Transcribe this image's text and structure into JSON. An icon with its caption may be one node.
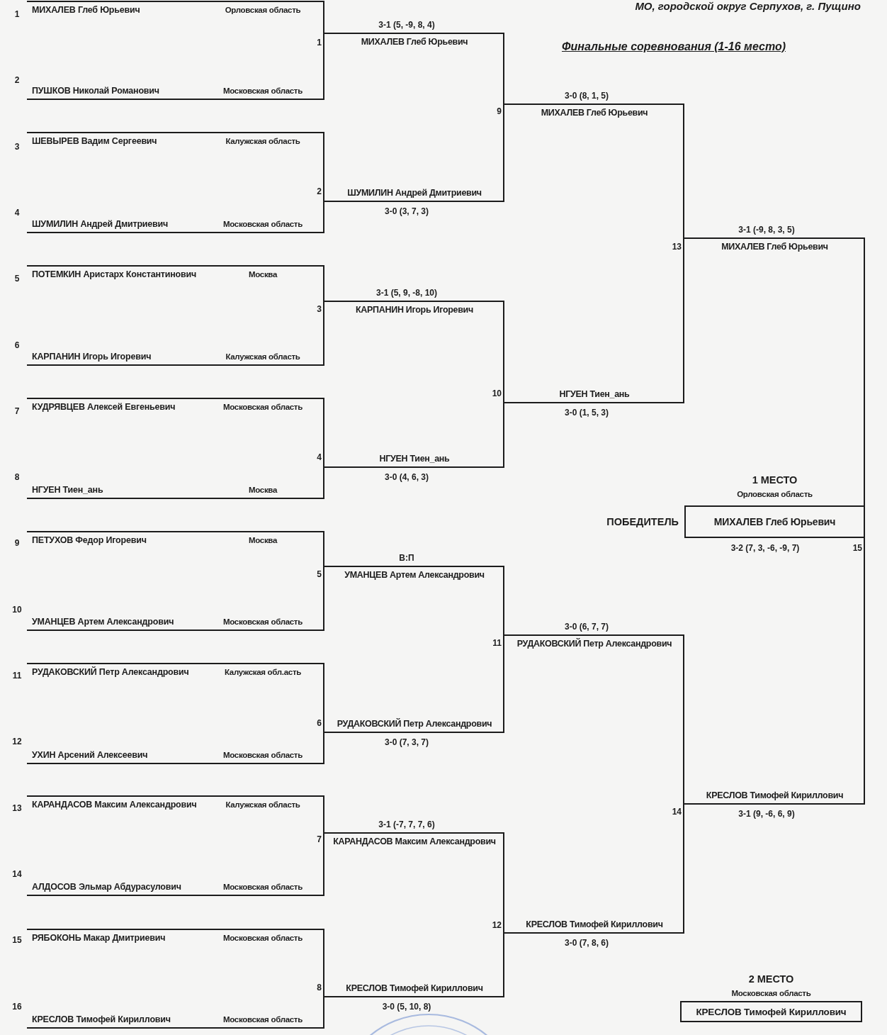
{
  "diagram": {
    "title": "Финальные соревнования (1-16 место)",
    "nodes": [
      {
        "text": [
          "МИХАЛЕВ Глеб Юрьевич",
          "Орловская область"
        ],
        "beside": [
          "1"
        ]
      },
      {
        "text": [
          "ПУШКОВ Николай Романович",
          "Московская область"
        ],
        "beside": [
          "2"
        ]
      },
      {
        "text": [
          "ШЕВЫРЕВ Вадим Сергеевич",
          "Калужская область"
        ],
        "beside": [
          "3"
        ]
      },
      {
        "text": [
          "ШУМИЛИН Андрей Дмитриевич",
          "Московская область"
        ],
        "beside": [
          "4"
        ]
      },
      {
        "text": [
          "ПОТЕМКИН Аристарх Константинович",
          "Москва"
        ],
        "beside": [
          "5"
        ]
      },
      {
        "text": [
          "КАРПАНИН Игорь Игоревич",
          "Калужская область"
        ],
        "beside": [
          "6"
        ]
      },
      {
        "text": [
          "КУДРЯВЦЕВ Алексей Евгеньевич",
          "Московская область"
        ],
        "beside": [
          "7"
        ]
      },
      {
        "text": [
          "НГУЕН Тиен_ань",
          "Москва"
        ],
        "beside": [
          "8"
        ]
      },
      {
        "text": [
          "ПЕТУХОВ Федор Игоревич",
          "Москва"
        ],
        "beside": [
          "9"
        ]
      },
      {
        "text": [
          "УМАНЦЕВ Артем Александрович",
          "Московская область"
        ],
        "beside": [
          "10"
        ]
      },
      {
        "text": [
          "РУДАКОВСКИЙ Петр Александрович",
          "Калужская обл.асть"
        ],
        "beside": [
          "11"
        ]
      },
      {
        "text": [
          "УХИН Арсений Алексеевич",
          "Московская область"
        ],
        "beside": [
          "12"
        ]
      },
      {
        "text": [
          "КАРАНДАСОВ Максим Александрович",
          "Калужская область"
        ],
        "beside": [
          "13"
        ]
      },
      {
        "text": [
          "АЛДОСОВ Эльмар Абдурасулович",
          "Московская область"
        ],
        "beside": [
          "14"
        ]
      },
      {
        "text": [
          "РЯБОКОНЬ Макар Дмитриевич",
          "Московская область"
        ],
        "beside": [
          "15"
        ]
      },
      {
        "text": [
          "КРЕСЛОВ Тимофей Кириллович",
          "Московская область"
        ],
        "beside": [
          "16"
        ]
      },
      {
        "text": [
          "МИХАЛЕВ Глеб Юрьевич"
        ],
        "beside": [
          "3-1 (5, -9, 8, 4)",
          "1"
        ]
      },
      {
        "text": [
          "ШУМИЛИН Андрей Дмитриевич"
        ],
        "beside": [
          "3-0 (3, 7, 3)",
          "2"
        ]
      },
      {
        "text": [
          "КАРПАНИН Игорь Игоревич"
        ],
        "beside": [
          "3-1 (5, 9, -8, 10)",
          "3"
        ]
      },
      {
        "text": [
          "НГУЕН Тиен_ань"
        ],
        "beside": [
          "3-0 (4, 6, 3)",
          "4"
        ]
      },
      {
        "text": [
          "УМАНЦЕВ Артем Александрович"
        ],
        "beside": [
          "В:П",
          "5"
        ]
      },
      {
        "text": [
          "РУДАКОВСКИЙ Петр Александрович"
        ],
        "beside": [
          "3-0 (7, 3, 7)",
          "6"
        ]
      },
      {
        "text": [
          "КАРАНДАСОВ Максим Александрович"
        ],
        "beside": [
          "3-1 (-7, 7, 7, 6)",
          "7"
        ]
      },
      {
        "text": [
          "КРЕСЛОВ Тимофей Кириллович"
        ],
        "beside": [
          "3-0 (5, 10, 8)",
          "8"
        ]
      },
      {
        "text": [
          "МИХАЛЕВ Глеб Юрьевич"
        ],
        "beside": [
          "3-0 (8, 1, 5)",
          "9"
        ]
      },
      {
        "text": [
          "НГУЕН Тиен_ань"
        ],
        "beside": [
          "3-0 (1, 5, 3)",
          "10"
        ]
      },
      {
        "text": [
          "РУДАКОВСКИЙ Петр Александрович"
        ],
        "beside": [
          "3-0 (6, 7, 7)",
          "11"
        ]
      },
      {
        "text": [
          "КРЕСЛОВ Тимофей Кириллович"
        ],
        "beside": [
          "3-0 (7, 8, 6)",
          "12"
        ]
      },
      {
        "text": [
          "МИХАЛЕВ Глеб Юрьевич"
        ],
        "beside": [
          "3-1 (-9, 8, 3, 5)",
          "13"
        ]
      },
      {
        "text": [
          "КРЕСЛОВ Тимофей Кириллович"
        ],
        "beside": [
          "3-1 (9, -6, 6, 9)",
          "14"
        ]
      },
      {
        "text": [
          "1 МЕСТО",
          "Орловская область",
          "МИХАЛЕВ Глеб Юрьевич"
        ],
        "beside": [
          "ПОБЕДИТЕЛЬ",
          "3-2 (7, 3, -6, -9, 7)",
          "15"
        ]
      },
      {
        "text": [
          "2 МЕСТО",
          "Московская область",
          "КРЕСЛОВ Тимофей Кириллович"
        ]
      }
    ],
    "edges": [
      {
        "from": 0,
        "to": 16,
        "arrow": "none"
      },
      {
        "from": 1,
        "to": 16,
        "arrow": "none"
      },
      {
        "from": 2,
        "to": 17,
        "arrow": "none"
      },
      {
        "from": 3,
        "to": 17,
        "arrow": "none"
      },
      {
        "from": 4,
        "to": 18,
        "arrow": "none"
      },
      {
        "from": 5,
        "to": 18,
        "arrow": "none"
      },
      {
        "from": 6,
        "to": 19,
        "arrow": "none"
      },
      {
        "from": 7,
        "to": 19,
        "arrow": "none"
      },
      {
        "from": 8,
        "to": 20,
        "arrow": "none"
      },
      {
        "from": 9,
        "to": 20,
        "arrow": "none"
      },
      {
        "from": 10,
        "to": 21,
        "arrow": "none"
      },
      {
        "from": 11,
        "to": 21,
        "arrow": "none"
      },
      {
        "from": 12,
        "to": 22,
        "arrow": "none"
      },
      {
        "from": 13,
        "to": 22,
        "arrow": "none"
      },
      {
        "from": 14,
        "to": 23,
        "arrow": "none"
      },
      {
        "from": 15,
        "to": 23,
        "arrow": "none"
      },
      {
        "from": 16,
        "to": 24,
        "arrow": "none"
      },
      {
        "from": 17,
        "to": 24,
        "arrow": "none"
      },
      {
        "from": 18,
        "to": 25,
        "arrow": "none"
      },
      {
        "from": 19,
        "to": 25,
        "arrow": "none"
      },
      {
        "from": 20,
        "to": 26,
        "arrow": "none"
      },
      {
        "from": 21,
        "to": 26,
        "arrow": "none"
      },
      {
        "from": 22,
        "to": 27,
        "arrow": "none"
      },
      {
        "from": 23,
        "to": 27,
        "arrow": "none"
      },
      {
        "from": 24,
        "to": 28,
        "arrow": "none"
      },
      {
        "from": 25,
        "to": 28,
        "arrow": "none"
      },
      {
        "from": 26,
        "to": 29,
        "arrow": "none"
      },
      {
        "from": 27,
        "to": 29,
        "arrow": "none"
      },
      {
        "from": 28,
        "to": 30,
        "arrow": "none"
      },
      {
        "from": 29,
        "to": 30,
        "arrow": "none"
      }
    ],
    "labels": [
      "МО, городской округ Серпухов, г. Пущино"
    ]
  }
}
